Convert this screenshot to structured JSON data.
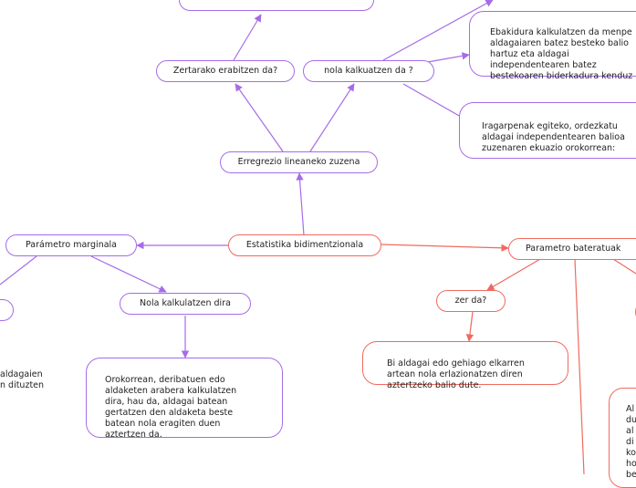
{
  "nodes": {
    "center": "Estatistika bidimentzionala",
    "regression": "Erregrezio lineaneko zuzena",
    "purpose": "Zertarako erabitzen da?",
    "how_calc": "nola kalkuatzen da ?",
    "slope_text": "Ebakidura kalkulatzen da menpe\naldagaiaren batez besteko balio\nhartuz eta aldagai\nindependentearen batez\nbestekoaren biderkadura kenduz",
    "prediction_text": "Iragarpenak egiteko, ordezkatu\naldagai independentearen balioa\nzuzenaren ekuazio orokorrean:",
    "marginal": "Parámetro marginala",
    "how_computed": "Nola kalkulatzen dira",
    "marginal_desc": "Orokorrean, deribatuen edo\naldaketen arabera kalkulatzen\ndira, hau da, aldagai batean\ngertatzen den aldaketa beste\nbatean nola eragiten duen\naztertzen da.",
    "left_fragment": "aldagaien\nn dituzten",
    "joint": "Parametro bateratuak",
    "what_is": "zer da?",
    "what_is_desc": "Bi aldagai edo gehiago elkarren\nartean nola erlazionatzen diren\naztertzeko balio dute.",
    "right_fragment": "Al\ndu\nal\ndi\nko\nho\nbe"
  },
  "colors": {
    "purple": "#a56ce8",
    "red": "#f06a5f"
  }
}
